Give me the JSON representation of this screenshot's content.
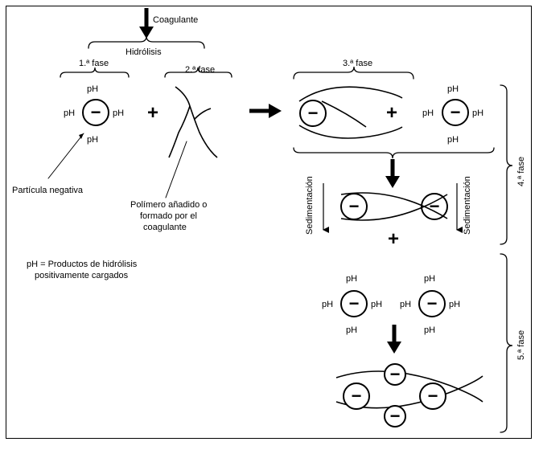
{
  "labels": {
    "coagulant": "Coagulante",
    "hydrolysis": "Hidrólisis",
    "phase1": "1.ª fase",
    "phase2": "2.ª fase",
    "phase3": "3.ª fase",
    "phase4": "4.ª fase",
    "phase5": "5.ª fase",
    "negative_particle": "Partícula negativa",
    "polymer_line1": "Polímero añadido o",
    "polymer_line2": "formado por el",
    "polymer_line3": "coagulante",
    "legend_line1": "pH = Productos de hidrólisis",
    "legend_line2": "positivamente cargados",
    "sedimentation": "Sedimentación",
    "ph": "pH",
    "minus": "−",
    "plus": "+"
  }
}
